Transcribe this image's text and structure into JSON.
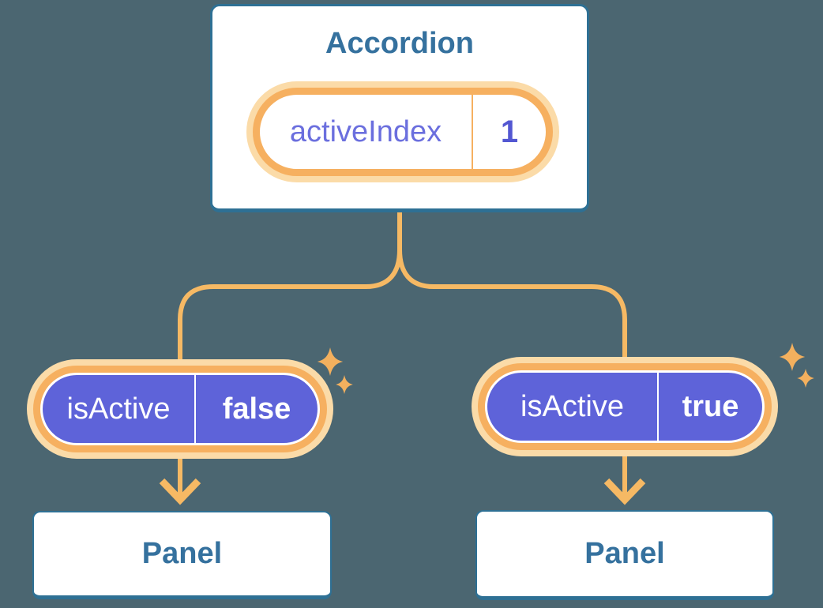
{
  "colors": {
    "background": "#4B6671",
    "card_border": "#2E7094",
    "card_text": "#35719E",
    "connector": "#F6B964",
    "ring_orange": "#F6B060",
    "ring_glow": "#FBDBA8",
    "pill_purple": "#5E63D9",
    "state_text": "#6B6FDE",
    "state_value": "#5357D2",
    "sparkle": "#F3B05E"
  },
  "icons": [
    "sparkle-icon",
    "arrow-down-icon",
    "tree-connector"
  ],
  "tree": {
    "root": {
      "title": "Accordion",
      "state_name": "activeIndex",
      "state_value": "1"
    },
    "left": {
      "prop_name": "isActive",
      "prop_value": "false",
      "child_title": "Panel"
    },
    "right": {
      "prop_name": "isActive",
      "prop_value": "true",
      "child_title": "Panel"
    }
  }
}
